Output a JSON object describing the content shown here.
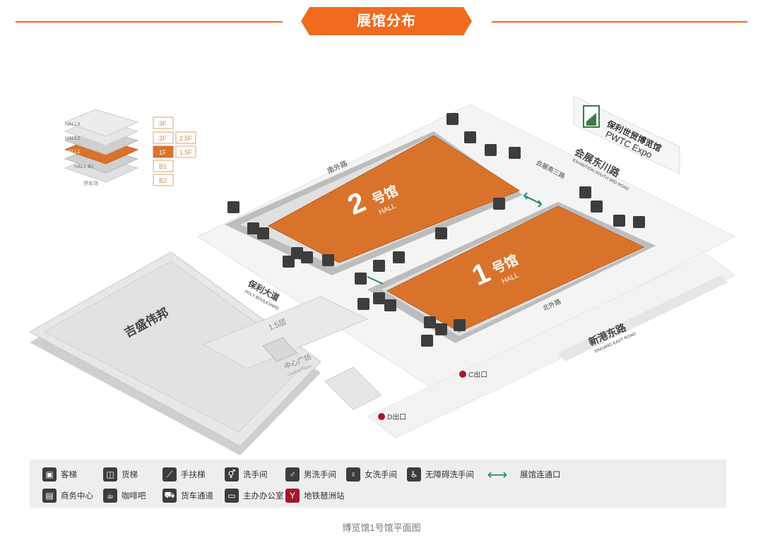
{
  "header": {
    "title": "展馆分布"
  },
  "venue": {
    "name_cn": "保利世贸博览馆",
    "name_en": "PWTC Expo"
  },
  "halls": [
    {
      "num": "2",
      "cn": "号馆",
      "en": "HALL"
    },
    {
      "num": "1",
      "cn": "号馆",
      "en": "HALL"
    }
  ],
  "floors": [
    "3F",
    "2F",
    "2.5F",
    "1F",
    "1.5F",
    "B1",
    "B2"
  ],
  "floor_stack_labels": [
    "HALL3",
    "HALL2",
    "HALL1",
    "HALL B1",
    "停车场"
  ],
  "roads": {
    "north": "南外路",
    "east": "会展东川路",
    "east_en": "EXHIBITION SOUTH 3RD ROAD",
    "middle": "会展南三路",
    "south": "北外路",
    "south_main": "新港东路",
    "south_main_en": "XINGANG EAST ROAD",
    "west": "保利大道",
    "west_en": "POLY BOULEVARD"
  },
  "areas": {
    "building": "吉盛伟邦",
    "plaza": "中心广场",
    "plaza_en": "Central Plaza",
    "level": "1.5层"
  },
  "exits": [
    "C出口",
    "D出口"
  ],
  "legend": [
    {
      "icon": "passenger-elevator-icon",
      "glyph": "▣",
      "label": "客梯"
    },
    {
      "icon": "freight-elevator-icon",
      "glyph": "◫",
      "label": "货梯"
    },
    {
      "icon": "escalator-icon",
      "glyph": "⟋",
      "label": "手扶梯"
    },
    {
      "icon": "restroom-icon",
      "glyph": "⚥",
      "label": "洗手间"
    },
    {
      "icon": "male-restroom-icon",
      "glyph": "♂",
      "label": "男洗手间"
    },
    {
      "icon": "female-restroom-icon",
      "glyph": "♀",
      "label": "女洗手间"
    },
    {
      "icon": "accessible-restroom-icon",
      "glyph": "♿",
      "label": "无障碍洗手间"
    },
    {
      "icon": "hall-connection-icon",
      "glyph": "⟷",
      "label": "展馆连通口"
    },
    {
      "icon": "business-center-icon",
      "glyph": "▤",
      "label": "商务中心"
    },
    {
      "icon": "cafe-icon",
      "glyph": "☕",
      "label": "咖啡吧"
    },
    {
      "icon": "truck-passage-icon",
      "glyph": "⛟",
      "label": "货车通道"
    },
    {
      "icon": "organizer-office-icon",
      "glyph": "▭",
      "label": "主办办公室"
    },
    {
      "icon": "metro-station-icon",
      "glyph": "Y",
      "label": "地铁琶洲站"
    }
  ],
  "caption": "博览馆1号馆平面图",
  "colors": {
    "accent": "#f06a1f",
    "hall": "#d9732c",
    "metro": "#a3172c",
    "connector": "#1f8a78"
  }
}
